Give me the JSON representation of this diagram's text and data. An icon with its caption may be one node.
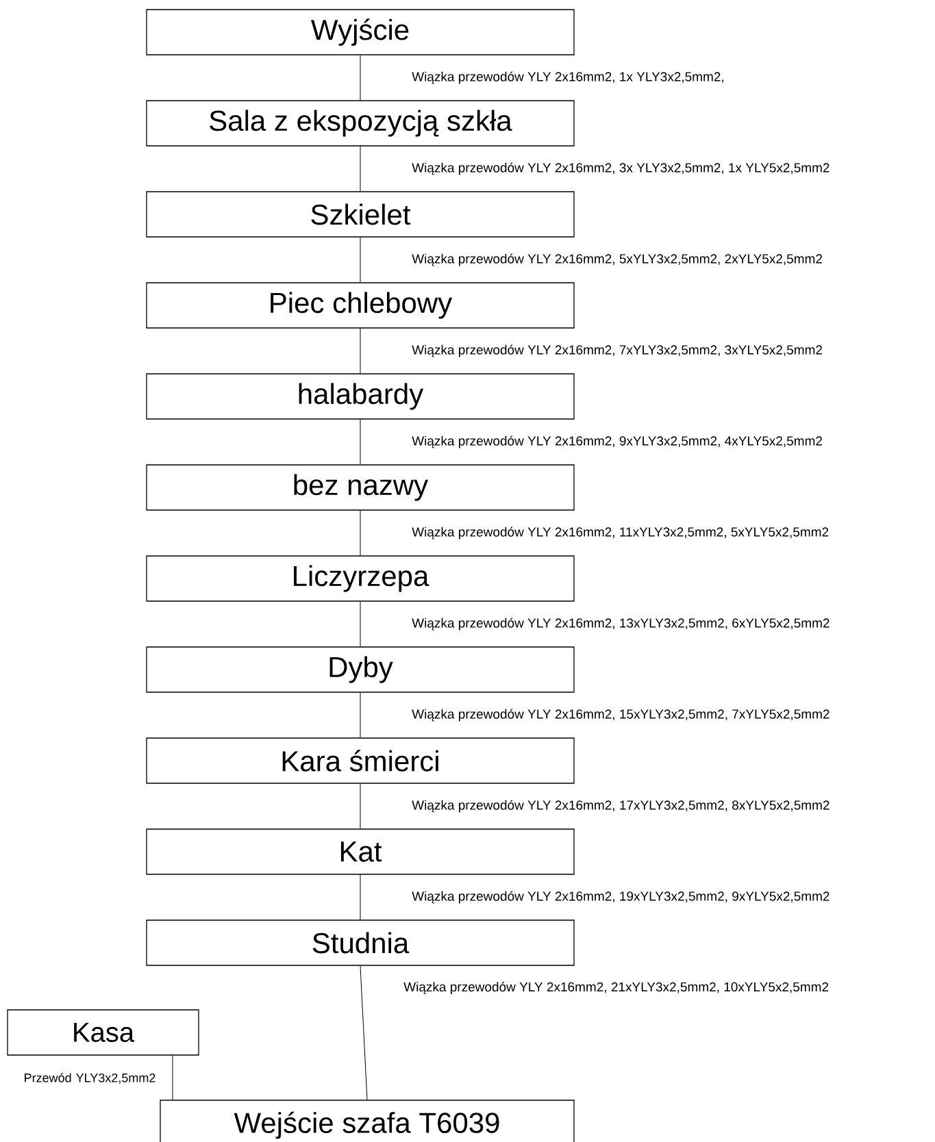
{
  "diagram": {
    "nodes": [
      {
        "text": [
          "Wyjście"
        ]
      },
      {
        "text": [
          "Sala z ekspozycją szkła"
        ]
      },
      {
        "text": [
          "Szkielet"
        ]
      },
      {
        "text": [
          "Piec chlebowy"
        ]
      },
      {
        "text": [
          "halabardy"
        ]
      },
      {
        "text": [
          "bez nazwy"
        ]
      },
      {
        "text": [
          "Liczyrzepa"
        ]
      },
      {
        "text": [
          "Dyby"
        ]
      },
      {
        "text": [
          "Kara śmierci"
        ]
      },
      {
        "text": [
          "Kat"
        ]
      },
      {
        "text": [
          "Studnia"
        ]
      },
      {
        "text": [
          "Kasa"
        ]
      },
      {
        "text": [
          "Wejście szafa T6039"
        ]
      }
    ],
    "edges": [
      {
        "from": 0,
        "to": 1,
        "arrow": "none",
        "label": "Wiązka przewodów YLY 2x16mm2, 1x YLY3x2,5mm2,"
      },
      {
        "from": 1,
        "to": 2,
        "arrow": "none",
        "label": "Wiązka przewodów YLY 2x16mm2, 3x YLY3x2,5mm2, 1x YLY5x2,5mm2"
      },
      {
        "from": 2,
        "to": 3,
        "arrow": "none",
        "label": "Wiązka przewodów YLY 2x16mm2, 5xYLY3x2,5mm2, 2xYLY5x2,5mm2"
      },
      {
        "from": 3,
        "to": 4,
        "arrow": "none",
        "label": "Wiązka przewodów YLY 2x16mm2, 7xYLY3x2,5mm2, 3xYLY5x2,5mm2"
      },
      {
        "from": 4,
        "to": 5,
        "arrow": "none",
        "label": "Wiązka przewodów YLY 2x16mm2, 9xYLY3x2,5mm2, 4xYLY5x2,5mm2"
      },
      {
        "from": 5,
        "to": 6,
        "arrow": "none",
        "label": "Wiązka przewodów YLY 2x16mm2, 11xYLY3x2,5mm2, 5xYLY5x2,5mm2"
      },
      {
        "from": 6,
        "to": 7,
        "arrow": "none",
        "label": "Wiązka przewodów YLY 2x16mm2, 13xYLY3x2,5mm2, 6xYLY5x2,5mm2"
      },
      {
        "from": 7,
        "to": 8,
        "arrow": "none",
        "label": "Wiązka przewodów YLY 2x16mm2, 15xYLY3x2,5mm2, 7xYLY5x2,5mm2"
      },
      {
        "from": 8,
        "to": 9,
        "arrow": "none",
        "label": "Wiązka przewodów YLY 2x16mm2, 17xYLY3x2,5mm2, 8xYLY5x2,5mm2"
      },
      {
        "from": 9,
        "to": 10,
        "arrow": "none",
        "label": "Wiązka przewodów YLY 2x16mm2, 19xYLY3x2,5mm2, 9xYLY5x2,5mm2"
      },
      {
        "from": 10,
        "to": 12,
        "arrow": "none",
        "label": "Wiązka przewodów YLY 2x16mm2, 21xYLY3x2,5mm2, 10xYLY5x2,5mm2"
      },
      {
        "from": 11,
        "to": 12,
        "arrow": "none",
        "label": "Przewód YLY3x2,5mm2"
      }
    ]
  }
}
